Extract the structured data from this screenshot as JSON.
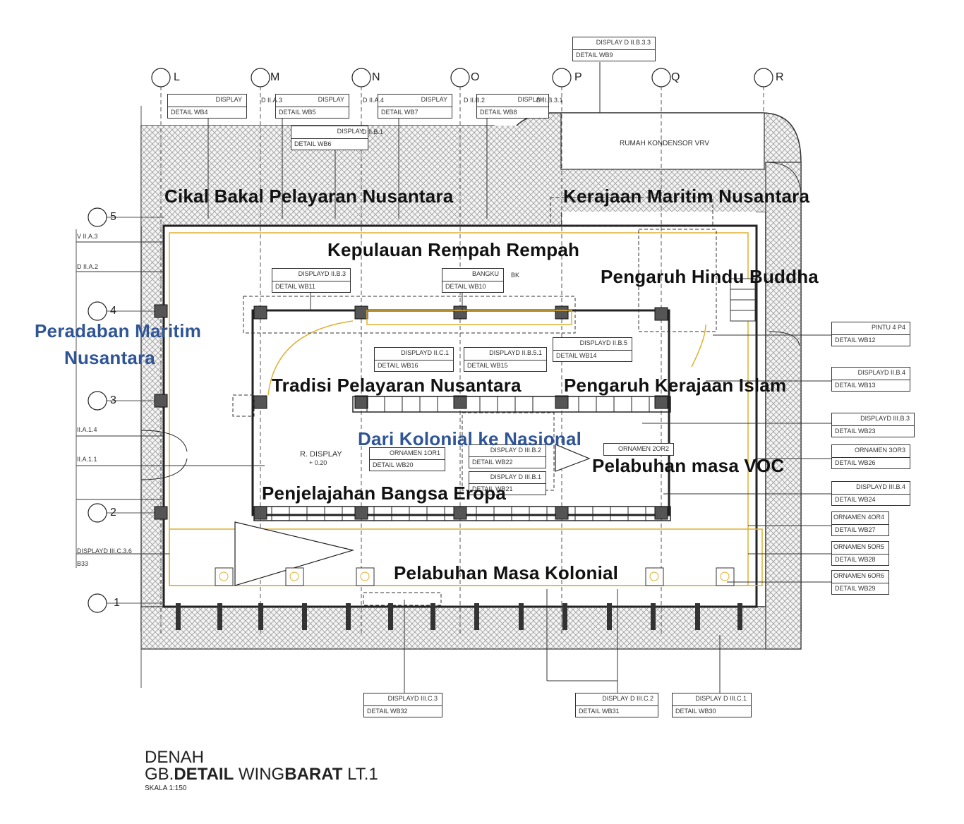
{
  "grid_columns": [
    "L",
    "M",
    "N",
    "O",
    "P",
    "Q",
    "R"
  ],
  "grid_rows": [
    "5",
    "4",
    "3",
    "2",
    "1"
  ],
  "zones": {
    "cikal_bakal": "Cikal Bakal Pelayaran Nusantara",
    "kerajaan_maritim": "Kerajaan Maritim Nusantara",
    "kepulauan_rempah": "Kepulauan Rempah Rempah",
    "hindu_buddha": "Pengaruh Hindu Buddha",
    "peradaban_line1": "Peradaban Maritim",
    "peradaban_line2": "Nusantara",
    "tradisi": "Tradisi Pelayaran Nusantara",
    "kerajaan_islam": "Pengaruh Kerajaan Islam",
    "kolonial_nasional": "Dari Kolonial ke Nasional",
    "pelabuhan_voc": "Pelabuhan masa VOC",
    "penjelajahan": "Penjelajahan Bangsa Eropa",
    "pelabuhan_kolonial": "Pelabuhan Masa Kolonial"
  },
  "tags": {
    "wb4": {
      "top": "DISPLAY",
      "bottom": "DETAIL WB4"
    },
    "wb5": {
      "top": "DISPLAY",
      "bottom": "DETAIL WB5"
    },
    "wb6": {
      "top": "DISPLAY",
      "bottom": "DETAIL WB6"
    },
    "wb7": {
      "top": "DISPLAY",
      "bottom": "DETAIL WB7"
    },
    "wb8": {
      "top": "DISPLAY",
      "bottom": "DETAIL WB8"
    },
    "wb9": {
      "top": "DISPLAY D II.B.3.3",
      "bottom": "DETAIL WB9"
    },
    "wb10": {
      "top": "BANGKU",
      "bottom": "DETAIL WB10"
    },
    "wb11": {
      "top": "DISPLAYD II.B.3",
      "bottom": "DETAIL WB11"
    },
    "wb12": {
      "top": "PINTU 4 P4",
      "bottom": "DETAIL WB12"
    },
    "wb13": {
      "top": "DISPLAYD II.B.4",
      "bottom": "DETAIL WB13"
    },
    "wb14": {
      "top": "DISPLAYD II.B.5",
      "bottom": "DETAIL WB14"
    },
    "wb15": {
      "top": "DISPLAYD II.B.5.1",
      "bottom": "DETAIL WB15"
    },
    "wb16": {
      "top": "DISPLAYD II.C.1",
      "bottom": "DETAIL WB16"
    },
    "wb20": {
      "top": "ORNAMEN 1OR1",
      "bottom": "DETAIL WB20"
    },
    "wb22": {
      "top": "DISPLAY D III.B.2",
      "bottom": "DETAIL WB22"
    },
    "wb21": {
      "top": "DISPLAY D III.B.1",
      "bottom": "DETAIL WB21"
    },
    "wb23": {
      "top": "DISPLAYD III.B.3",
      "bottom": "DETAIL WB23"
    },
    "wb24": {
      "top": "DISPLAYD III.B.4",
      "bottom": "DETAIL WB24"
    },
    "wb26": {
      "top": "ORNAMEN 3OR3",
      "bottom": "DETAIL WB26"
    },
    "wb27": {
      "top": "ORNAMEN 4OR4",
      "bottom": "DETAIL WB27"
    },
    "wb28": {
      "top": "ORNAMEN 5OR5",
      "bottom": "DETAIL WB28"
    },
    "wb29": {
      "top": "ORNAMEN 6OR6",
      "bottom": "DETAIL WB29"
    },
    "wb30": {
      "top": "DISPLAY D III.C.1",
      "bottom": "DETAIL WB30"
    },
    "wb31": {
      "top": "DISPLAY D III.C.2",
      "bottom": "DETAIL WB31"
    },
    "wb32": {
      "top": "DISPLAYD III.C.3",
      "bottom": "DETAIL WB32"
    },
    "or2": {
      "top": "ORNAMEN 2OR2",
      "bottom": ""
    }
  },
  "left_refs": [
    "V II.A.3",
    "D II.A.2",
    "II.A.1.4",
    "II.A.1.1",
    "DISPLAYD III.C.3.6",
    "B33"
  ],
  "misc": {
    "rumah_kondensor": "RUMAH KONDENSOR VRV",
    "r_display": "R. DISPLAY",
    "r_display_level": "+ 0.20",
    "bk": "BK",
    "d_iia3": "D II.A.3",
    "d_iia4": "D II.A.4",
    "d_iib2": "D II.B.2",
    "d_iib31": "D II.B.3.1",
    "d_iib1": "D II.B.1"
  },
  "title": {
    "line1": "DENAH",
    "line2_a": "GB.",
    "line2_b": "DETAIL",
    "line2_c": " WING",
    "line2_d": "BARAT",
    "line2_e": " LT.1",
    "scale": "SKALA 1:150"
  },
  "colors": {
    "line": "#222222",
    "accent_yellow": "#e0b030",
    "blue_label": "#2f5597"
  }
}
